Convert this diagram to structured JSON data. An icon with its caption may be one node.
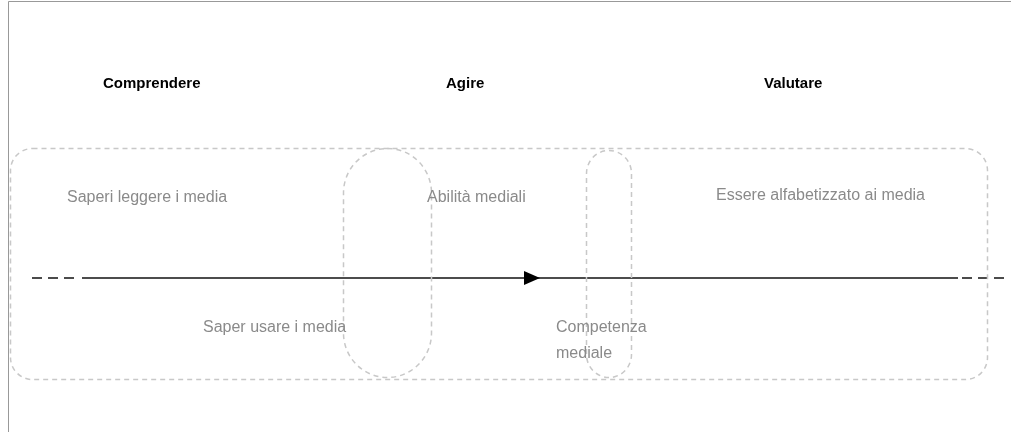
{
  "diagram": {
    "nodes": [
      {
        "text": [],
        "shape": "box"
      },
      {
        "text": [],
        "shape": "pill",
        "in": 0
      },
      {
        "text": [],
        "shape": "pill",
        "in": 0
      }
    ],
    "labels": [
      "Comprendere",
      "Agire",
      "Valutare",
      "Saperi leggere i media",
      "Abilità mediali",
      "Essere alfabetizzato ai media",
      "Saper usare i media",
      "Competenza mediale"
    ]
  }
}
